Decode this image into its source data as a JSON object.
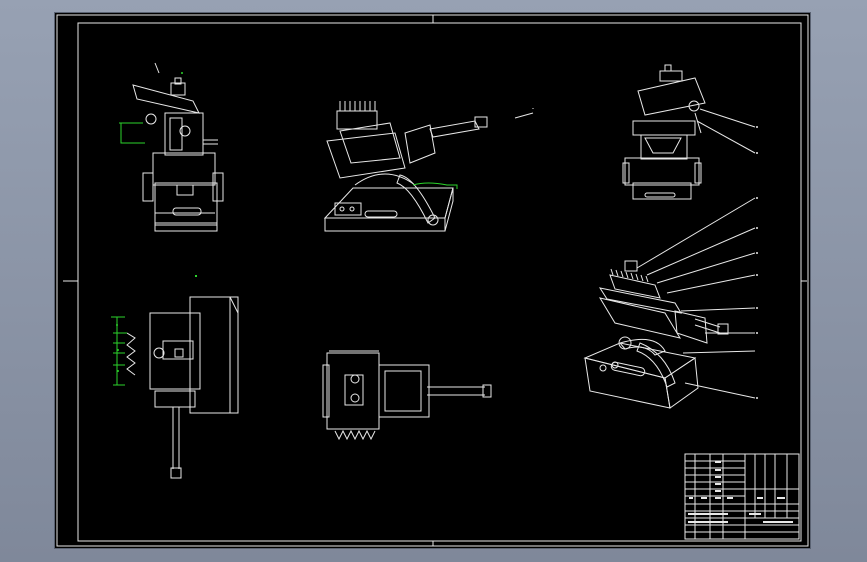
{
  "drawing": {
    "colors": {
      "background": "#000000",
      "geometry": "#e8e8e8",
      "dimension": "#2bd32b",
      "window_frame": "#8a94a6"
    },
    "views": [
      {
        "name": "front-elevation-top-left"
      },
      {
        "name": "isometric-center-top"
      },
      {
        "name": "side-elevation-top-right"
      },
      {
        "name": "section-view-left"
      },
      {
        "name": "plan-view-center-bottom"
      },
      {
        "name": "isometric-assembly-right"
      }
    ],
    "leader_labels_count": 9
  }
}
